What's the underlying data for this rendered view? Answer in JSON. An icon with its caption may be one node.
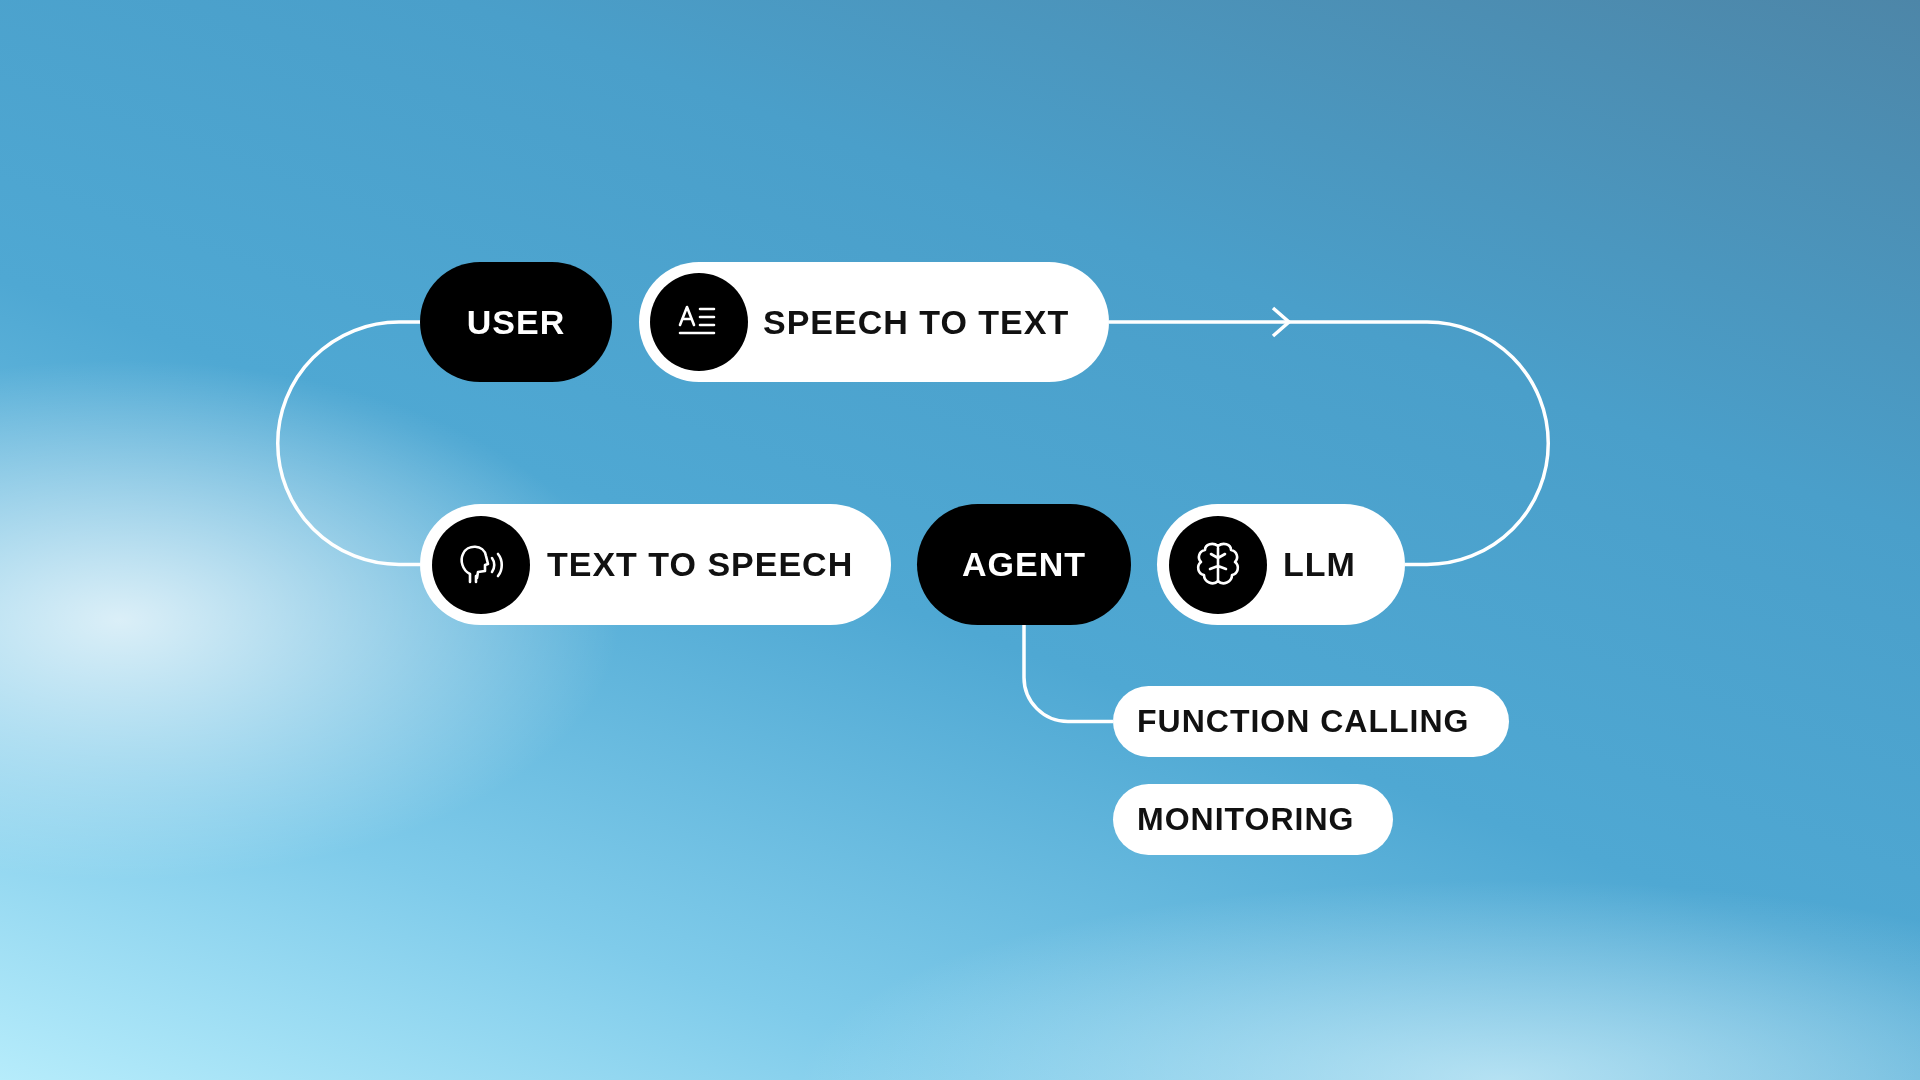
{
  "diagram": {
    "nodes": [
      {
        "text": [
          "USER"
        ]
      },
      {
        "text": [
          "SPEECH TO TEXT"
        ]
      },
      {
        "text": [
          "TEXT TO SPEECH"
        ]
      },
      {
        "text": [
          "AGENT"
        ]
      },
      {
        "text": [
          "LLM"
        ]
      },
      {
        "text": [
          "FUNCTION CALLING"
        ]
      },
      {
        "text": [
          "MONITORING"
        ]
      }
    ],
    "edges": [
      {
        "from": 1,
        "to": 4,
        "arrow": "to"
      },
      {
        "from": 0,
        "to": 2,
        "arrow": "none"
      },
      {
        "from": 3,
        "to": 5,
        "arrow": "none"
      }
    ]
  }
}
